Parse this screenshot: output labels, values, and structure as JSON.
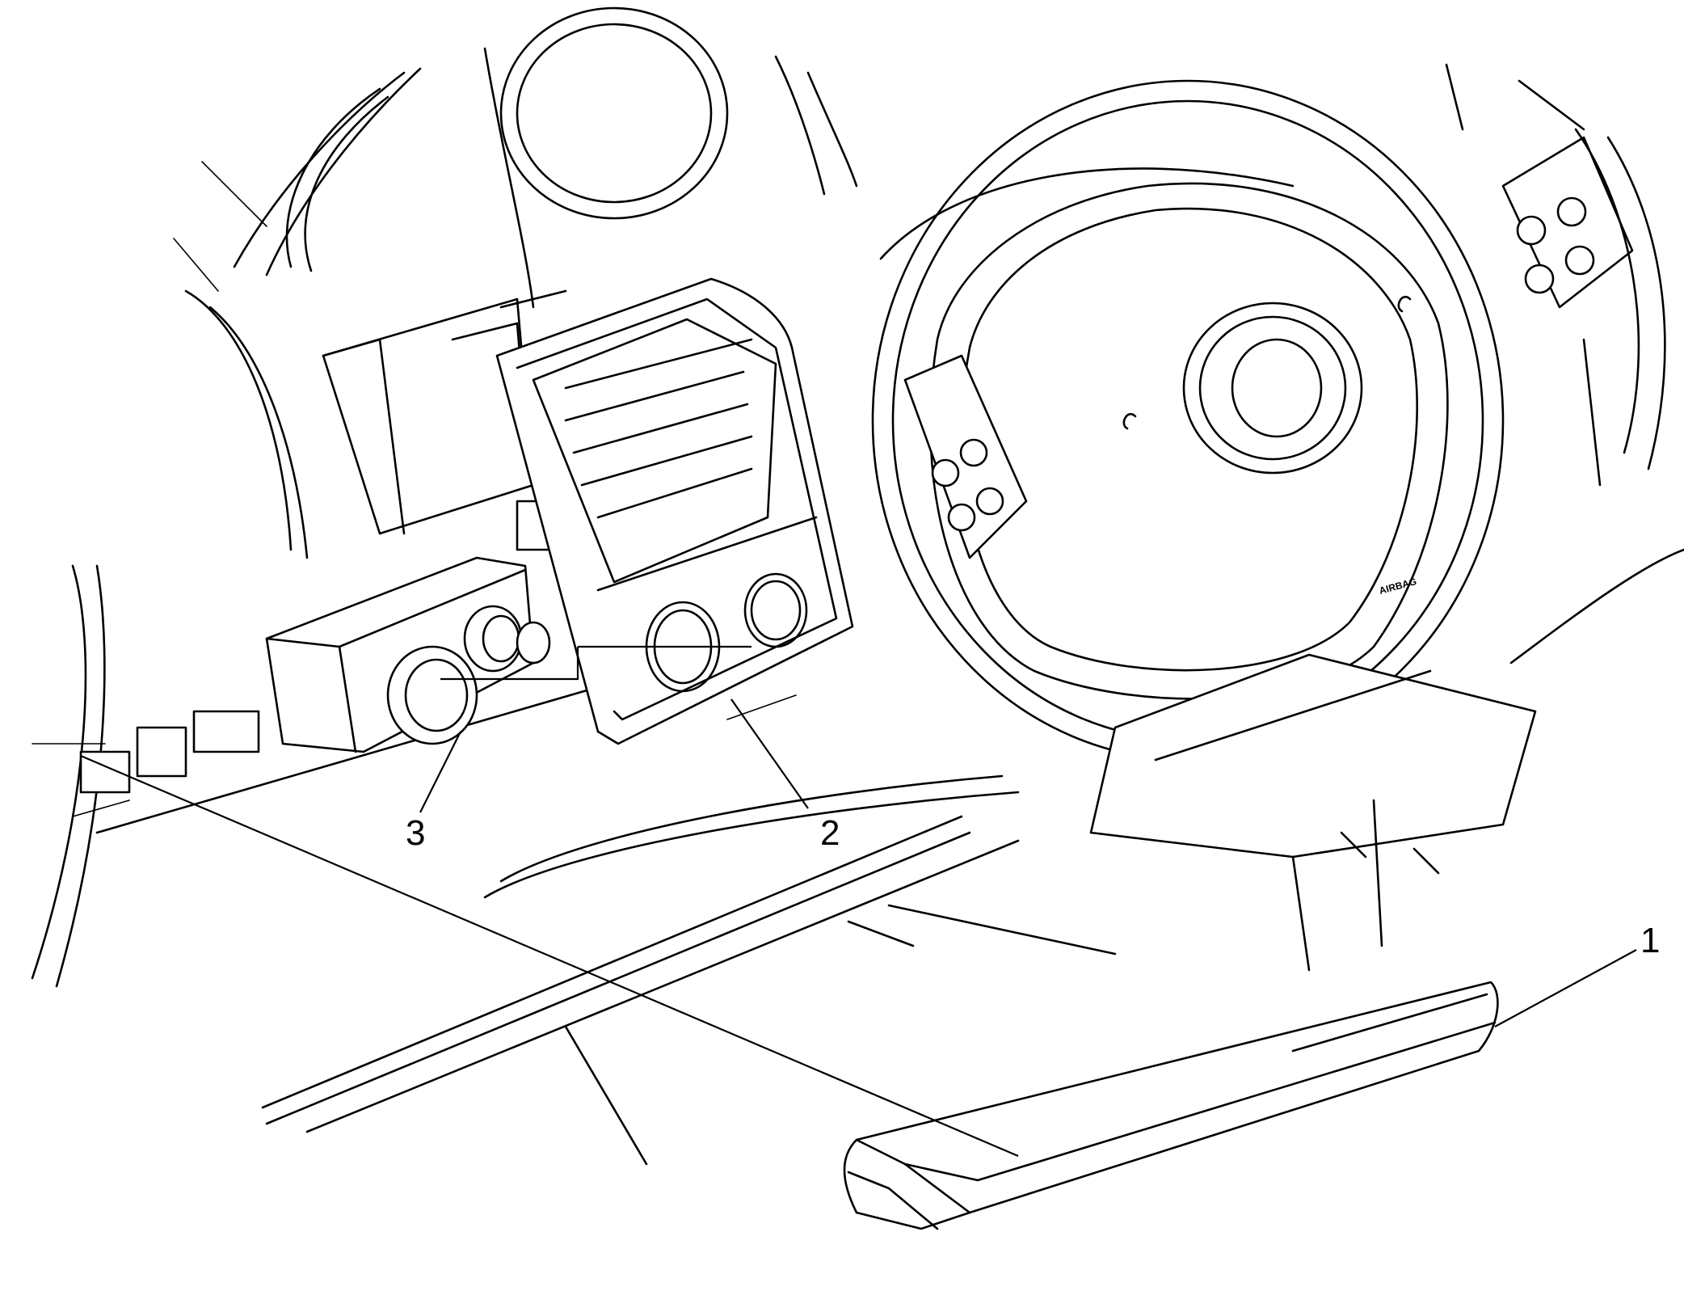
{
  "callouts": [
    {
      "id": "1",
      "label": "1"
    },
    {
      "id": "2",
      "label": "2"
    },
    {
      "id": "3",
      "label": "3"
    }
  ],
  "airbag_text": "AIRBAG",
  "line_color": "#000000",
  "background_color": "#ffffff"
}
